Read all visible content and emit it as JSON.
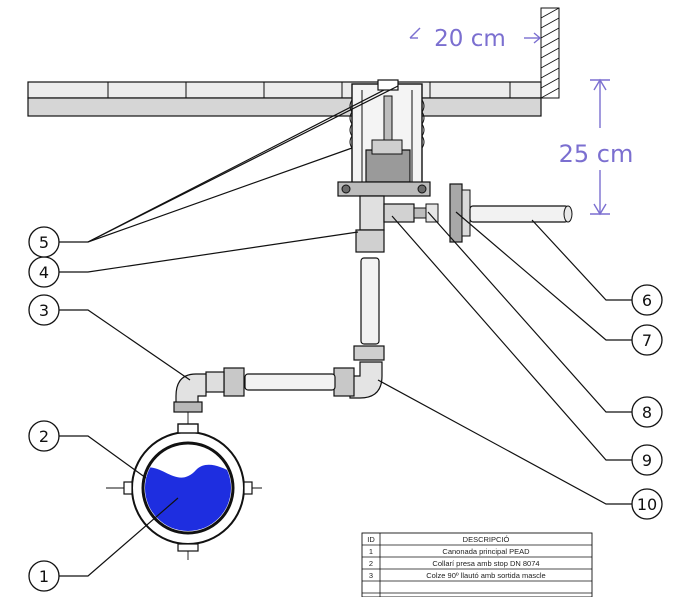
{
  "dimensions": {
    "horizontal": "20 cm",
    "vertical": "25 cm"
  },
  "callouts": [
    "1",
    "2",
    "3",
    "4",
    "5",
    "6",
    "7",
    "8",
    "9",
    "10"
  ],
  "table": {
    "headers": [
      "ID",
      "DESCRIPCIÓ"
    ],
    "rows": [
      [
        "1",
        "Canonada principal PEAD"
      ],
      [
        "2",
        "Collarí presa amb stop DN 8074"
      ],
      [
        "3",
        "Colze 90º llautó amb sortida mascle"
      ]
    ]
  },
  "colors": {
    "dimension": "#7b6fd0",
    "water": "#1e2ee0",
    "line": "#111111"
  }
}
